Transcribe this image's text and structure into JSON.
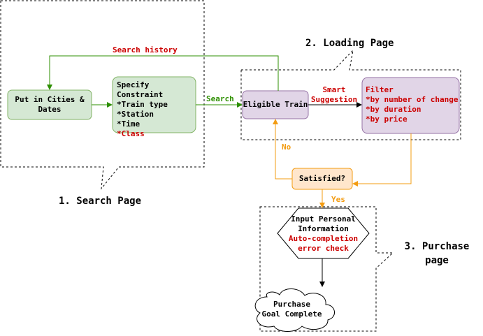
{
  "callouts": {
    "search_page": "1. Search Page",
    "loading_page": "2. Loading Page",
    "purchase_page_line1": "3. Purchase",
    "purchase_page_line2": "page"
  },
  "nodes": {
    "put_in_cities_line1": "Put in Cities &",
    "put_in_cities_line2": "Dates",
    "constraint_title": "Specify Constraint",
    "constraint_items": [
      "*Train type",
      "*Station",
      "*Time",
      "*Class"
    ],
    "eligible_train": "Eligible Train",
    "filter_title": "Filter",
    "filter_items": [
      "*by number of change",
      "*by duration",
      "*by price"
    ],
    "satisfied": "Satisfied?",
    "input_personal_line1": "Input Personal",
    "input_personal_line2": "Information",
    "auto_completion": "Auto-completion",
    "error_check": "error check",
    "purchase_line1": "Purchase",
    "purchase_line2": "Goal Complete"
  },
  "edges": {
    "search_history": "Search history",
    "search": "Search",
    "smart_suggestion_line1": "Smart",
    "smart_suggestion_line2": "Suggestion",
    "no": "No",
    "yes": "Yes"
  },
  "colors": {
    "green_fill": "#d5e8d4",
    "green_stroke": "#82b366",
    "purple_fill": "#e1d5e7",
    "purple_stroke": "#9673a6",
    "orange_fill": "#ffe6cc",
    "orange_stroke": "#f39c12",
    "green_edge": "#2d8f00",
    "red_text": "#cc0000"
  }
}
